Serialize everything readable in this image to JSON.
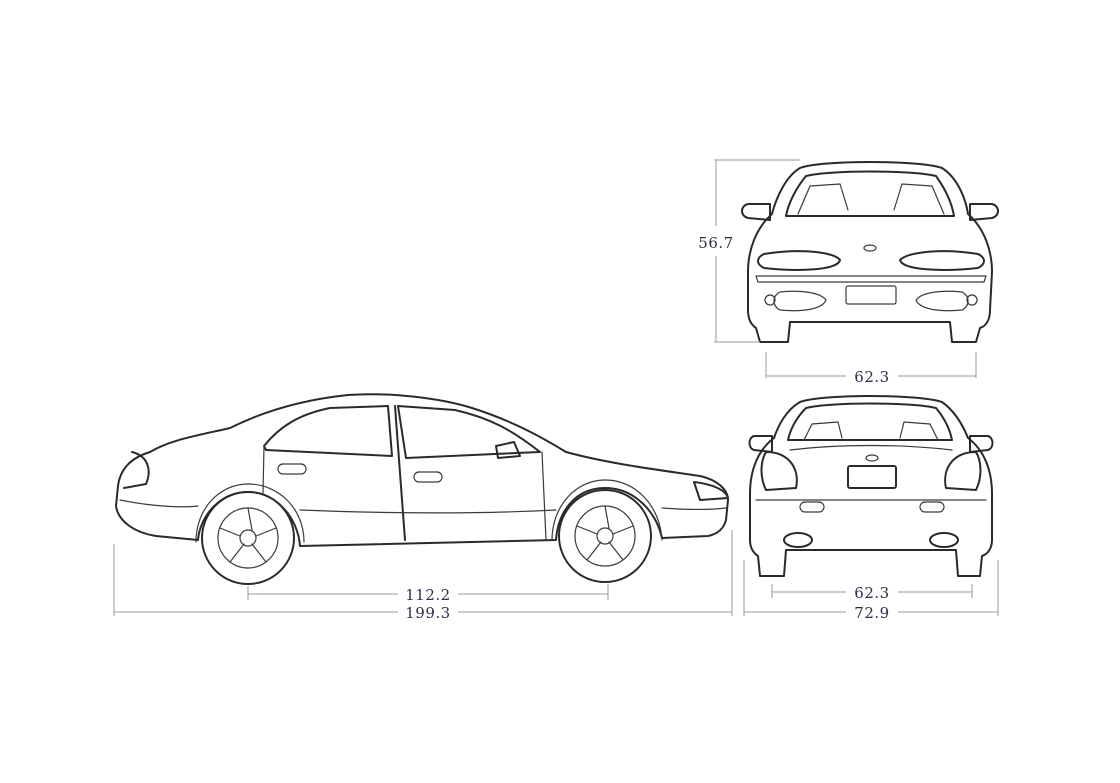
{
  "dimensions": {
    "height": "56.7",
    "front_track": "62.3",
    "wheelbase": "112.2",
    "overall_length": "199.3",
    "rear_track": "62.3",
    "overall_width": "72.9"
  },
  "colors": {
    "line": "#2a2a2a",
    "dimension_line": "#9a9a9a",
    "dimension_text": "#2e2e4a",
    "background": "#ffffff"
  }
}
